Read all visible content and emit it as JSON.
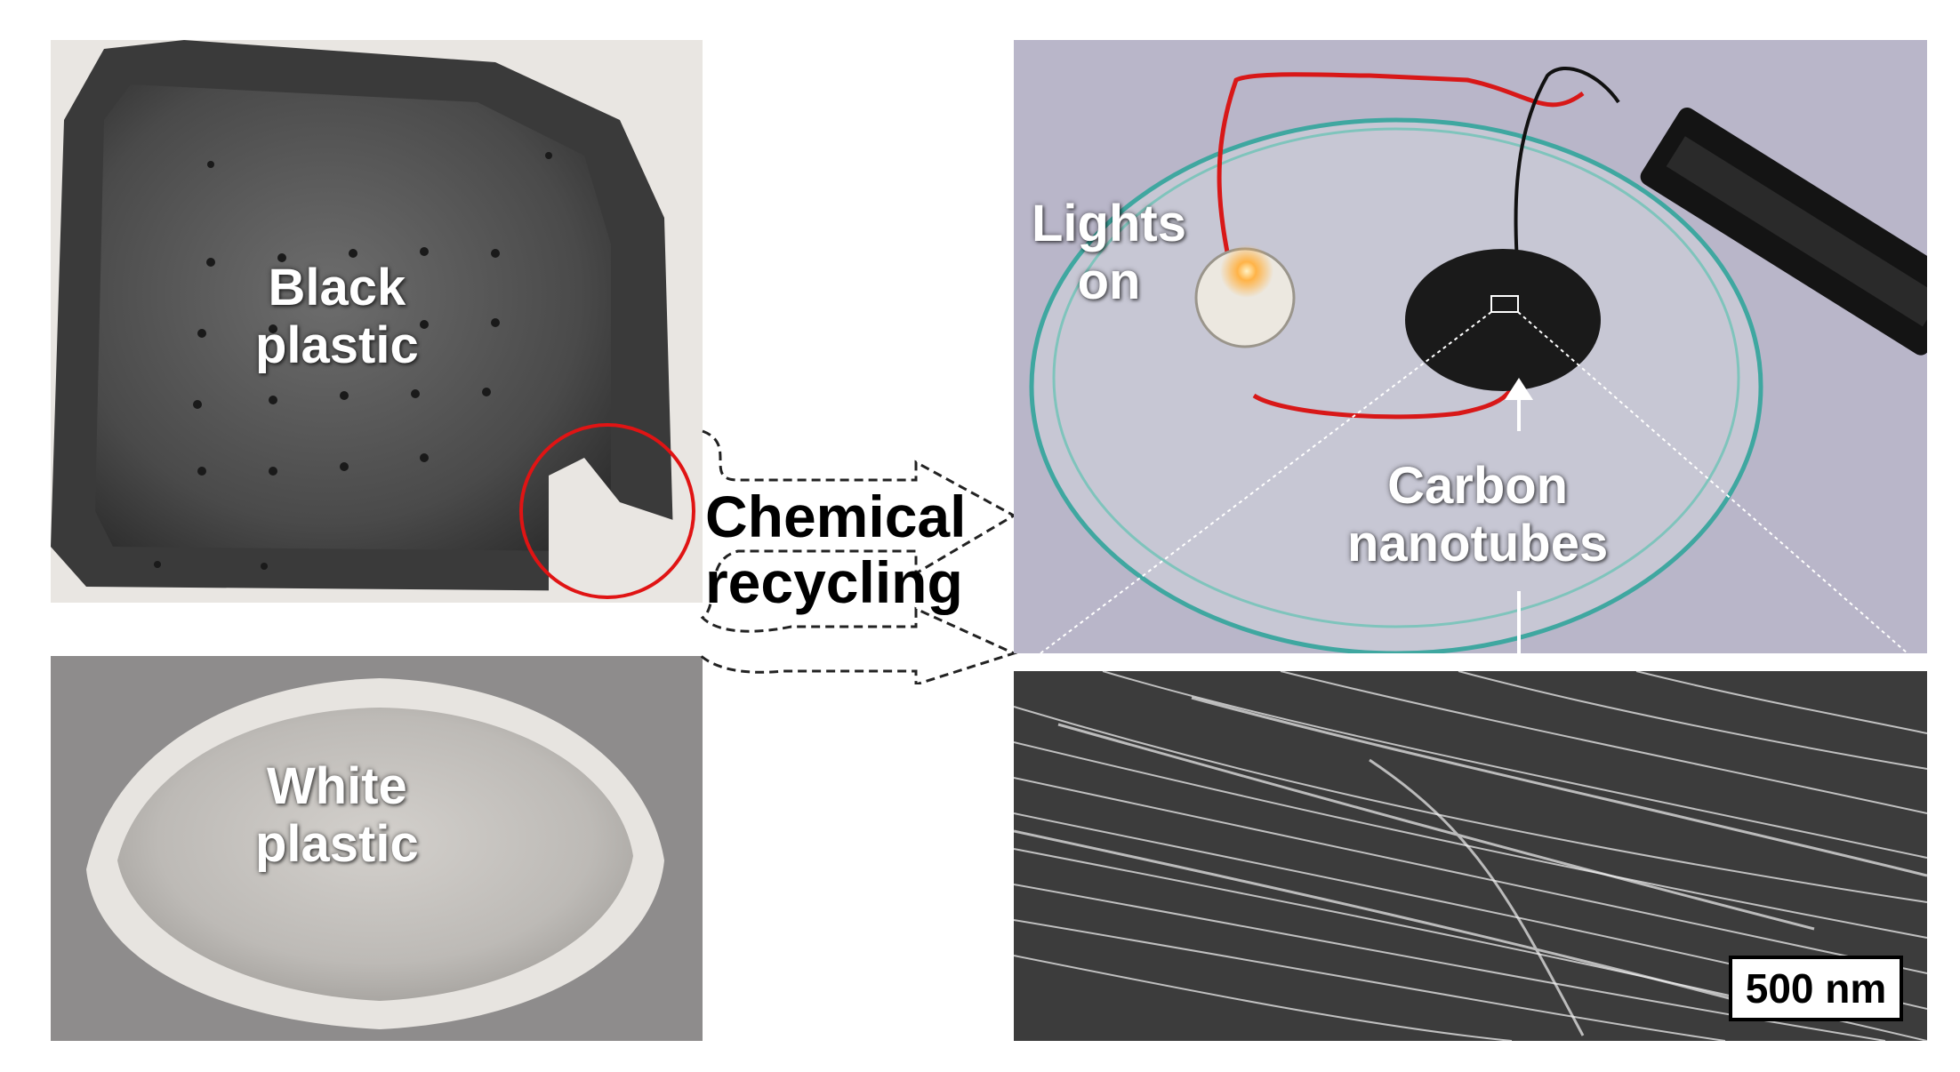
{
  "panels": {
    "black_plastic": {
      "label_line1": "Black",
      "label_line2": "plastic"
    },
    "white_plastic": {
      "label_line1": "White",
      "label_line2": "plastic"
    },
    "device": {
      "lights_line1": "Lights",
      "lights_line2": "on",
      "cnt_line1": "Carbon",
      "cnt_line2": "nanotubes"
    },
    "sem": {
      "scale_bar": "500 nm"
    }
  },
  "process": {
    "line1": "Chemical",
    "line2": "recycling"
  },
  "colors": {
    "highlight_circle": "#e01414",
    "arrow_outline": "#222222",
    "led_glow": "#ffb347",
    "wire_red": "#d81818"
  }
}
